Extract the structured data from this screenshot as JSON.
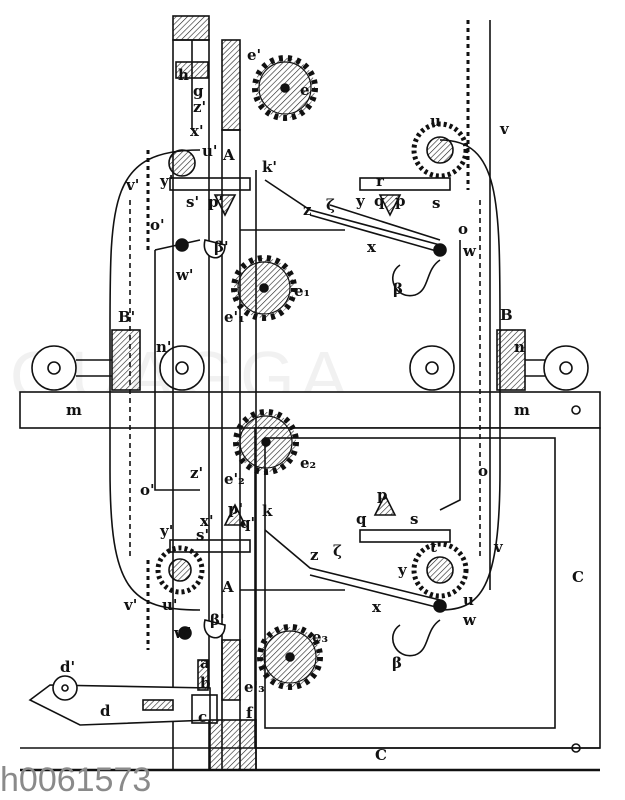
{
  "figure": {
    "image_id": "h0061573",
    "watermark": "QUAGGA",
    "labels": {
      "h": "h",
      "g": "g",
      "z_prime_top": "z'",
      "e_prime": "e'",
      "e": "e",
      "x_prime_top": "x'",
      "A_top": "A",
      "u_prime_top": "u'",
      "k_prime": "k'",
      "v_prime_top": "v'",
      "y_prime_top": "y'",
      "s_prime_top": "s'",
      "p_prime_top": "p'",
      "o_prime_top": "o'",
      "beta_prime_top": "β'",
      "w_prime_top": "w'",
      "u_top": "u",
      "v_top": "v",
      "r_top": "r",
      "y_top": "y",
      "q_top": "q",
      "p_top": "p",
      "s_top": "s",
      "z_top": "z",
      "zeta_top": "ζ",
      "o_top": "o",
      "x_top": "x",
      "w_top": "w",
      "beta_top": "β",
      "e1": "e₁",
      "e1_prime": "e'₁",
      "B_prime": "B'",
      "n_prime": "n'",
      "B": "B",
      "n": "n",
      "m_left": "m",
      "m_right": "m",
      "e2": "e₂",
      "e2_prime": "e'₂",
      "z_prime_bot": "z'",
      "o_prime_bot": "o'",
      "p_prime_bot": "p'",
      "k": "k",
      "x_prime_bot": "x'",
      "y_prime_bot": "y'",
      "s_prime_bot": "s'",
      "q_prime_bot": "q'",
      "o_bot": "o",
      "p_bot": "p",
      "q_bot": "q",
      "s_bot": "s",
      "z_bot": "z",
      "zeta_bot": "ζ",
      "y_bot": "y",
      "x_bot": "x",
      "t_bot": "t",
      "v_bot": "v",
      "C_right": "C",
      "u_bot": "u",
      "w_bot": "w",
      "beta_bot": "β",
      "v_prime_bot": "v'",
      "u_prime_bot": "u'",
      "w_prime_bot": "w'",
      "A_bot": "A",
      "beta_prime_bot": "β'",
      "e3": "e₃",
      "a": "a",
      "b": "b",
      "e3_prime": "e'₃",
      "f": "f",
      "c": "c",
      "d_prime": "d'",
      "d": "d",
      "C_bottom": "C"
    }
  }
}
